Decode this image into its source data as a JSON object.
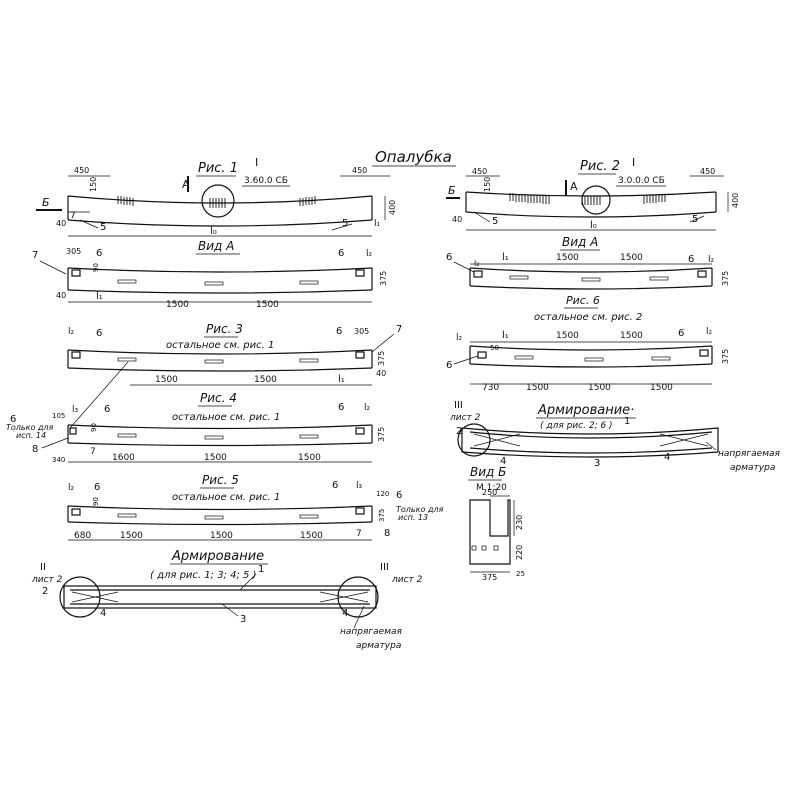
{
  "sheet": {
    "title": "Опалубка",
    "rebar_title": "Армирование",
    "rebar_title_right": "Армирование·",
    "prestressed": [
      "напрягаемая",
      "арматура"
    ],
    "rest_fig1": "остальное см. рис. 1",
    "rest_fig2": "остальное см. рис. 2",
    "only_for_14": [
      "Только для",
      "исп. 14"
    ],
    "only_for_13": [
      "Только для",
      "исп. 13"
    ]
  },
  "views": {
    "fig1": {
      "title": "Рис. 1",
      "mark_I": "I",
      "mark_I_ref": "3.60.0 СБ",
      "view_A": "А",
      "view_B": "Б",
      "d450l": "450",
      "d150": "150",
      "d450r": "450",
      "d400": "400",
      "d40": "40",
      "l0": "l₀",
      "l1": "l₁",
      "t7": "7",
      "t5l": "5",
      "t5r": "5"
    },
    "fig2": {
      "title": "Рис. 2",
      "mark_I": "I",
      "mark_I_ref": "3.0.0.0 СБ",
      "view_A": "А",
      "view_B": "Б",
      "d450l": "450",
      "d150": "150",
      "d450r": "450",
      "d400": "400",
      "d40": "40",
      "l0": "l₀",
      "t5l": "5",
      "t5r": "5"
    },
    "viewA_left": {
      "title": "Вид А",
      "t7": "7",
      "d305": "305",
      "t6l": "6",
      "d90": "90",
      "t6r": "6",
      "l2": "l₂",
      "d375": "375",
      "d40": "40",
      "l1": "l₁",
      "d1500a": "1500",
      "d1500b": "1500"
    },
    "viewA_right": {
      "title": "Вид А",
      "t6l": "6",
      "l2l": "l₂",
      "l1": "l₁",
      "d1500a": "1500",
      "d1500b": "1500",
      "t6r": "6",
      "l2r": "l₂",
      "d375": "375"
    },
    "fig3": {
      "title": "Рис. 3",
      "l2": "l₂",
      "t6l": "6",
      "t6r": "6",
      "d305": "305",
      "t7": "7",
      "d375": "375",
      "d40": "40",
      "d1500a": "1500",
      "d1500b": "1500",
      "l1": "l₁"
    },
    "fig6": {
      "title": "Рис. 6",
      "l2l": "l₂",
      "l1": "l₁",
      "d1500a": "1500",
      "d1500b": "1500",
      "t6": "6",
      "l2r": "l₂",
      "d375": "375",
      "t6b": "6",
      "d50": "50",
      "d730": "730",
      "d1500c": "1500",
      "d1500d": "1500",
      "d1500e": "1500"
    },
    "fig4": {
      "title": "Рис. 4",
      "t6l": "6",
      "d105": "105",
      "l3": "l₃",
      "t6b": "6",
      "d90": "90",
      "t6r": "6",
      "l2": "l₂",
      "d375": "375",
      "t8": "8",
      "d340": "340",
      "t7": "7",
      "d1600": "1600",
      "d1500a": "1500",
      "d1500b": "1500"
    },
    "fig5": {
      "title": "Рис. 5",
      "l2": "l₂",
      "t6l": "6",
      "d90": "90",
      "t6r": "6",
      "l3": "l₃",
      "d120": "120",
      "t6x": "6",
      "d375": "375",
      "t7": "7",
      "t8": "8",
      "d680": "680",
      "d1500a": "1500",
      "d1500b": "1500",
      "d1500c": "1500"
    },
    "rebar_main": {
      "subtitle": "( для  рис. 1; 3; 4; 5 )",
      "II": "II",
      "sheet2l": "лист 2",
      "III": "III",
      "sheet2r": "лист 2",
      "t1": "1",
      "t2": "2",
      "t3": "3",
      "t4l": "4",
      "t4r": "4"
    },
    "rebar_right": {
      "subtitle": "( для рис. 2; 6 )",
      "III": "III",
      "sheet2": "лист 2",
      "t1": "1",
      "t2": "2",
      "t3": "3",
      "t4l": "4",
      "t4r": "4"
    },
    "viewB": {
      "title": "Вид Б",
      "scale": "М 1:20",
      "d250": "250",
      "d230": "230",
      "d220": "220",
      "d375": "375",
      "d25": "25"
    }
  }
}
